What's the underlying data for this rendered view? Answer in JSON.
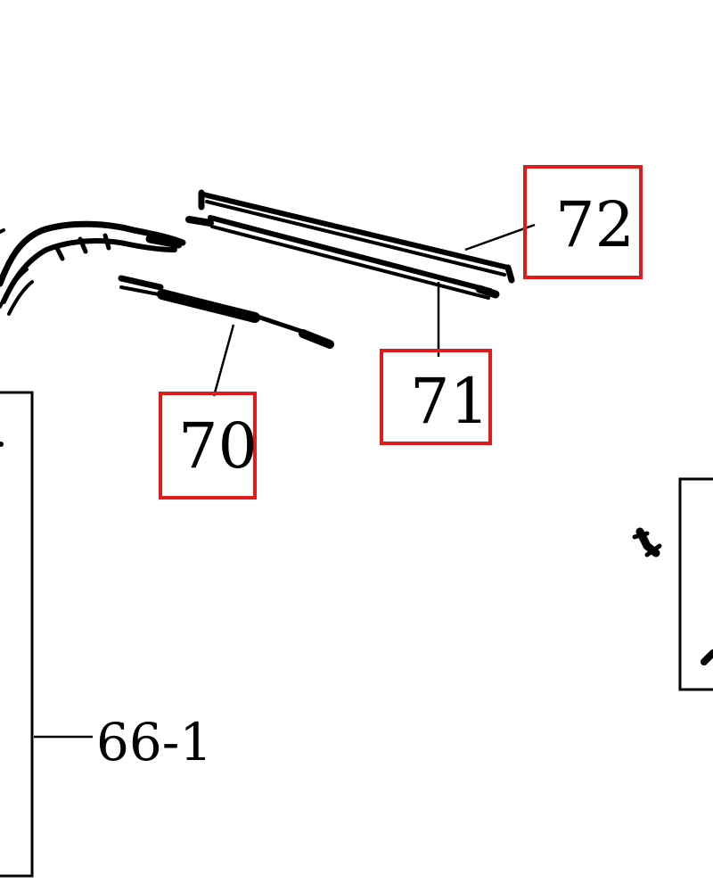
{
  "colors": {
    "highlight_box": "#e01b1b",
    "ink": "#000000",
    "background": "#ffffff"
  },
  "callouts": {
    "part_70": "70",
    "part_71": "71",
    "part_72": "72",
    "part_66_1": "66-1"
  }
}
